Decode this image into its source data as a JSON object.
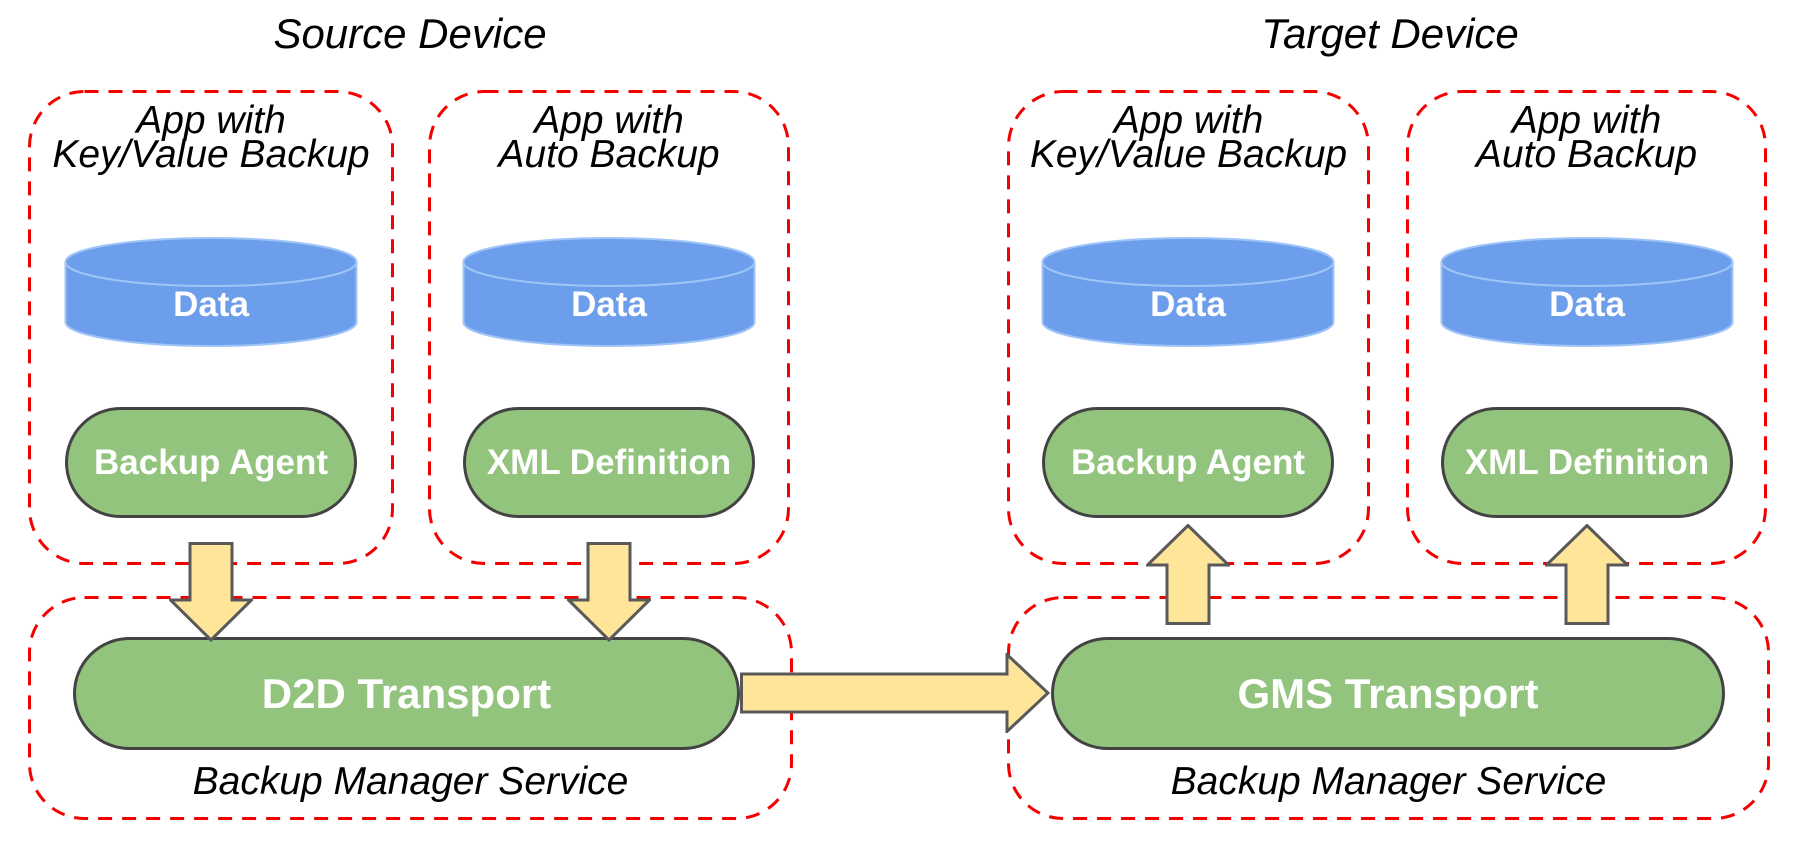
{
  "source_device": {
    "title": "Source Device",
    "apps": [
      {
        "name_line1": "App with",
        "name_line2": "Key/Value Backup",
        "data_label": "Data",
        "component": "Backup Agent"
      },
      {
        "name_line1": "App with",
        "name_line2": "Auto Backup",
        "data_label": "Data",
        "component": "XML Definition"
      }
    ],
    "backup_manager": {
      "transport": "D2D Transport",
      "service": "Backup Manager Service"
    }
  },
  "target_device": {
    "title": "Target Device",
    "apps": [
      {
        "name_line1": "App with",
        "name_line2": "Key/Value Backup",
        "data_label": "Data",
        "component": "Backup Agent"
      },
      {
        "name_line1": "App with",
        "name_line2": "Auto Backup",
        "data_label": "Data",
        "component": "XML Definition"
      }
    ],
    "backup_manager": {
      "transport": "GMS Transport",
      "service": "Backup Manager Service"
    }
  },
  "colors": {
    "dashed_border_red": "#f40000",
    "cylinder_blue": "#6d9eeb",
    "cylinder_outline_blue": "#9fc5f8",
    "pill_green": "#93c47d",
    "pill_border_gray": "#434343",
    "arrow_yellow": "#ffe599",
    "arrow_border_gray": "#595959",
    "text_black": "#000000",
    "text_white": "#ffffff"
  }
}
